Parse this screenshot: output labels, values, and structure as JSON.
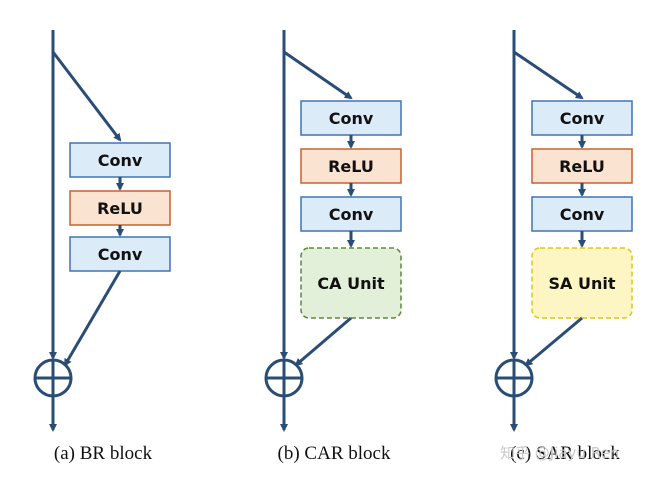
{
  "colors": {
    "line": "#2a4d75",
    "conv_fill": "#dcebf8",
    "conv_stroke": "#3f74b5",
    "relu_fill": "#fbe3d2",
    "relu_stroke": "#c8622d",
    "ca_fill": "#e2efd9",
    "ca_stroke": "#5b8a3a",
    "sa_fill": "#fdf6c3",
    "sa_stroke": "#e3c418"
  },
  "panels": [
    {
      "key": "br",
      "caption": "(a) BR block",
      "layers": [
        {
          "label": "Conv",
          "kind": "conv"
        },
        {
          "label": "ReLU",
          "kind": "relu"
        },
        {
          "label": "Conv",
          "kind": "conv"
        }
      ]
    },
    {
      "key": "car",
      "caption": "(b) CAR block",
      "layers": [
        {
          "label": "Conv",
          "kind": "conv"
        },
        {
          "label": "ReLU",
          "kind": "relu"
        },
        {
          "label": "Conv",
          "kind": "conv"
        },
        {
          "label": "CA Unit",
          "kind": "ca"
        }
      ]
    },
    {
      "key": "sar",
      "caption": "(c) SAR block",
      "layers": [
        {
          "label": "Conv",
          "kind": "conv"
        },
        {
          "label": "ReLU",
          "kind": "relu"
        },
        {
          "label": "Conv",
          "kind": "conv"
        },
        {
          "label": "SA Unit",
          "kind": "sa"
        }
      ]
    }
  ],
  "watermark": "知乎 @Jiayu Ren"
}
